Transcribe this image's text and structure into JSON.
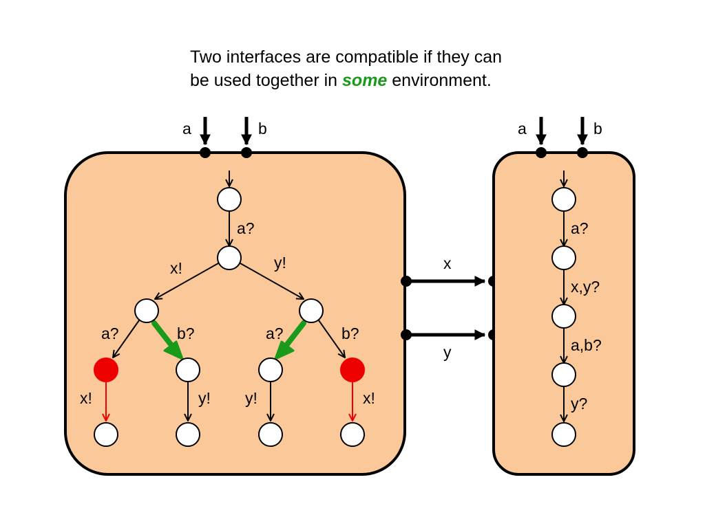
{
  "title": {
    "line1": "Two interfaces are compatible if they can",
    "line2_prefix": "be used together in",
    "line2_emphasis": "some",
    "line2_suffix": "environment."
  },
  "colors": {
    "box_fill": "#fbc89a",
    "node_fill": "#ffffff",
    "error_node_fill": "#ee0000",
    "error_edge": "#ee0000",
    "highlight_arrow": "#1a9a1a",
    "emphasis_text": "#1a9a1a",
    "stroke": "#000000"
  },
  "left_interface": {
    "inputs": [
      "a",
      "b"
    ],
    "edge_labels": {
      "root_to_mid": "a?",
      "mid_to_left": "x!",
      "mid_to_right": "y!",
      "left_to_error": "a?",
      "left_to_ok": "b?",
      "right_to_ok": "a?",
      "right_to_error": "b?",
      "error_left_out": "x!",
      "ok_left_out": "y!",
      "ok_right_out": "y!",
      "error_right_out": "x!"
    }
  },
  "connections": {
    "outputs": [
      "x",
      "y"
    ]
  },
  "right_interface": {
    "inputs": [
      "a",
      "b"
    ],
    "edge_labels": [
      "a?",
      "x,y?",
      "a,b?",
      "y?"
    ]
  }
}
